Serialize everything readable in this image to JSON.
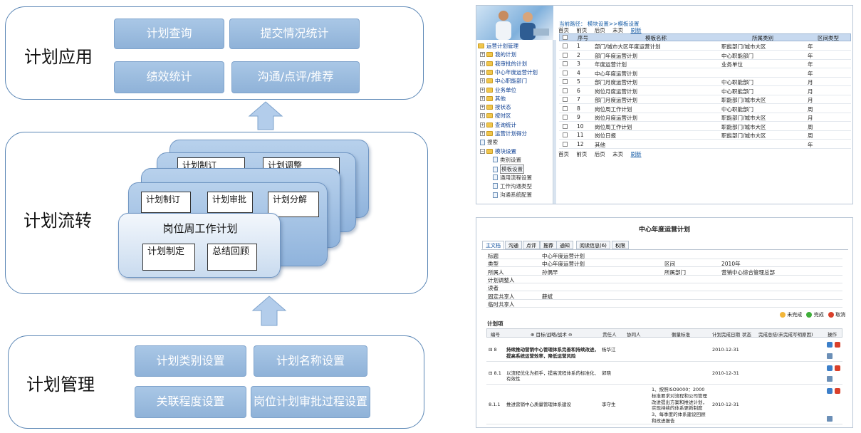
{
  "diagram": {
    "app_section": {
      "title": "计划应用",
      "buttons": [
        "计划查询",
        "提交情况统计",
        "绩效统计",
        "沟通/点评/推荐"
      ]
    },
    "flow_section": {
      "title": "计划流转",
      "back_card_boxes": [
        "计划制订",
        "计划调整"
      ],
      "mid_card_boxes": [
        "计划制订",
        "计划审批",
        "计划分解"
      ],
      "front_card_title": "岗位周工作计划",
      "front_card_boxes": [
        "计划制定",
        "总结回顾"
      ]
    },
    "mgmt_section": {
      "title": "计划管理",
      "buttons": [
        "计划类别设置",
        "计划名称设置",
        "关联程度设置",
        "岗位计划审批过程设置"
      ]
    }
  },
  "template_screen": {
    "breadcrumb": "当前路径：  模块设置>>模板设置",
    "pager": [
      "首页",
      "前页",
      "后页",
      "末页",
      "刷新"
    ],
    "tree": [
      {
        "label": "运营计划管理",
        "kind": "root"
      },
      {
        "label": "我的计划",
        "kind": "folder"
      },
      {
        "label": "我审批的计划",
        "kind": "folder"
      },
      {
        "label": "中心年度运营计划",
        "kind": "folder"
      },
      {
        "label": "中心职能部门",
        "kind": "folder"
      },
      {
        "label": "业务单位",
        "kind": "folder"
      },
      {
        "label": "其他",
        "kind": "folder"
      },
      {
        "label": "按状态",
        "kind": "folder"
      },
      {
        "label": "按时区",
        "kind": "folder"
      },
      {
        "label": "查询统计",
        "kind": "folder"
      },
      {
        "label": "运营计划得分",
        "kind": "folder"
      },
      {
        "label": "搜索",
        "kind": "doc"
      },
      {
        "label": "模块设置",
        "kind": "folder-open"
      },
      {
        "label": "类别设置",
        "kind": "doc-sub"
      },
      {
        "label": "模板设置",
        "kind": "doc-sub-selected"
      },
      {
        "label": "通用流程设置",
        "kind": "doc-sub"
      },
      {
        "label": "工作沟通类型",
        "kind": "doc-sub"
      },
      {
        "label": "沟通系统配置",
        "kind": "doc-sub"
      }
    ],
    "columns": [
      "序号",
      "模板名称",
      "所属类别",
      "区间类型"
    ],
    "rows": [
      [
        "1",
        "部门/城市大区年度运营计划",
        "职能部门/城市大区",
        "年"
      ],
      [
        "2",
        "部门年度运营计划",
        "中心职能部门",
        "年"
      ],
      [
        "3",
        "年度运营计划",
        "业务单位",
        "年"
      ],
      [
        "4",
        "中心年度运营计划",
        "",
        "年"
      ],
      [
        "5",
        "部门月度运营计划",
        "中心职能部门",
        "月"
      ],
      [
        "6",
        "岗位月度运营计划",
        "中心职能部门",
        "月"
      ],
      [
        "7",
        "部门月度运营计划",
        "职能部门/城市大区",
        "月"
      ],
      [
        "8",
        "岗位周工作计划",
        "中心职能部门",
        "周"
      ],
      [
        "9",
        "岗位月度运营计划",
        "职能部门/城市大区",
        "月"
      ],
      [
        "10",
        "岗位周工作计划",
        "职能部门/城市大区",
        "周"
      ],
      [
        "11",
        "岗位日报",
        "职能部门/城市大区",
        "周"
      ],
      [
        "12",
        "其他",
        "",
        "年"
      ]
    ]
  },
  "plan_form": {
    "title": "中心年度运营计划",
    "tabs": [
      "主文档",
      "沟通",
      "点评",
      "推荐",
      "通知",
      "阅读信息(6)",
      "权限"
    ],
    "fields": [
      {
        "label": "标题",
        "value": "中心年度运营计划"
      },
      {
        "label": "类型",
        "value": "中心年度运营计划",
        "label2": "区间",
        "value2": "2010年"
      },
      {
        "label": "所属人",
        "value": "孙偶早",
        "label2": "所属部门",
        "value2": "营销中心综合管理总部"
      },
      {
        "label": "计划调整人",
        "value": ""
      },
      {
        "label": "读者",
        "value": ""
      },
      {
        "label": "固定共享人",
        "value": "薛斌"
      },
      {
        "label": "临时共享人",
        "value": ""
      }
    ],
    "legend": [
      "未完成",
      "完成",
      "取消"
    ],
    "section_label": "计划项",
    "columns": [
      "编号",
      "⊕ 目标/战略/战术 ⊖",
      "责任人",
      "协同人",
      "衡量标准",
      "计划完成日期",
      "状态",
      "完成总结(未完成写明原因)",
      "操作"
    ],
    "items": [
      {
        "no": "⊟ 8",
        "goal": "持续推动营销中心管理体系完善和持续改进，提高系统运营效率，降低运营风险",
        "owner": "杨华江",
        "helper": "",
        "measure": "",
        "date": "2010-12-31"
      },
      {
        "no": "⊟ 8.1",
        "goal": "以流程优化为抓手，提高流程体系的标准化、有效性",
        "owner": "郭晓",
        "helper": "",
        "measure": "",
        "date": "2010-12-31"
      },
      {
        "no": "8.1.1",
        "goal": "推进营销中心质量管理体系建设",
        "owner": "李守生",
        "helper": "",
        "measure": "1、按照ISO9000：2000标准要求对流程和公司管理改进提出方案和推进计划，实现持续的体系更新制度3、每季度的体系建设回顾和改进报告",
        "date": "2010-12-31"
      }
    ]
  },
  "colors": {
    "border_blue": "#5a86b5",
    "button_blue": "#9dbde0",
    "header_blue": "#c7d9ef"
  }
}
